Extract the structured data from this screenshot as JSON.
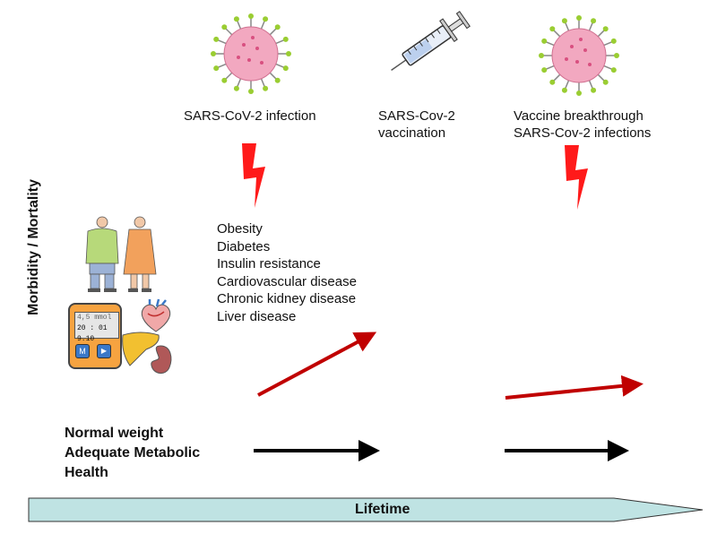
{
  "events": {
    "infection": "SARS-CoV-2 infection",
    "vaccination": "SARS-Cov-2\nvaccination",
    "breakthrough": "Vaccine breakthrough\nSARS-Cov-2 infections"
  },
  "risk_factors": [
    "Obesity",
    "Diabetes",
    "Insulin resistance",
    "Cardiovascular disease",
    "Chronic kidney disease",
    "Liver disease"
  ],
  "y_axis_label": "Morbidity / Mortality",
  "healthy_label": "Normal weight\nAdequate Metabolic\nHealth",
  "timeline_label": "Lifetime",
  "meter": {
    "reading": "4,5 mmol",
    "date": "20 : 01  9.10",
    "button_left": "M",
    "button_right": "▶"
  },
  "colors": {
    "virus_body": "#f2a8c0",
    "virus_spike": "#9acd32",
    "lightning": "#ff1a1a",
    "risk_arrow": "#c00000",
    "normal_arrow": "#000000",
    "timeline": "#bfe3e3"
  },
  "icons": [
    "virus-icon",
    "syringe-icon",
    "lightning-icon",
    "people-icon",
    "glucose-meter-icon",
    "heart-icon",
    "liver-icon",
    "kidney-icon"
  ]
}
